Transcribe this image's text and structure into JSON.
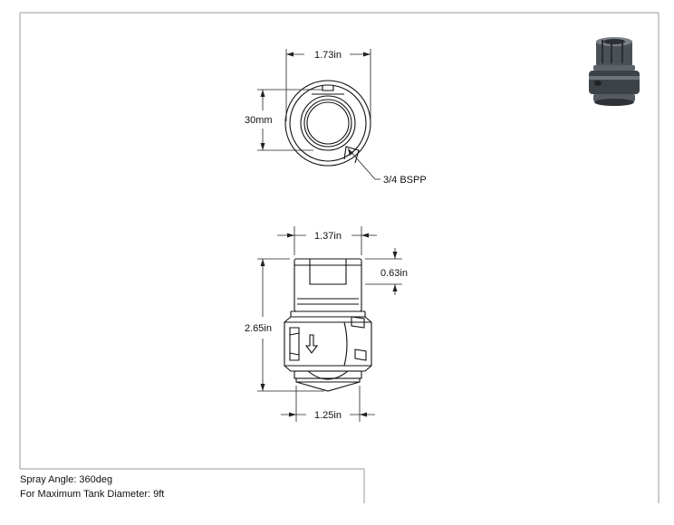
{
  "dimensions": {
    "top_width": "1.73in",
    "top_height": "30mm",
    "thread": "3/4 BSPP",
    "side_top_width": "1.37in",
    "side_cap_height": "0.63in",
    "side_total_height": "2.65in",
    "side_bottom_width": "1.25in"
  },
  "notes": {
    "spray_angle": "Spray Angle: 360deg",
    "tank_diameter": "For Maximum Tank Diameter: 9ft"
  },
  "colors": {
    "line": "#111111",
    "dim_line": "#222222",
    "border": "#999999",
    "thumb_dark": "#3a3f44",
    "thumb_mid": "#6e747a"
  }
}
